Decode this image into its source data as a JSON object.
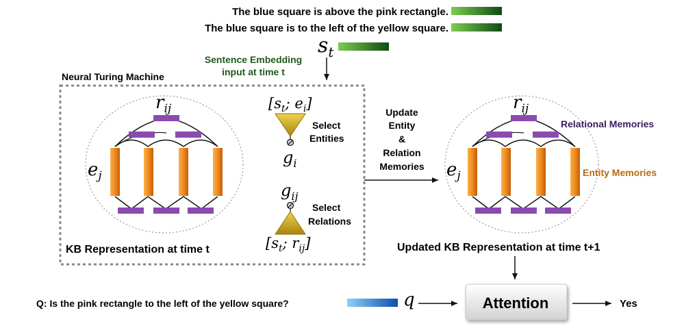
{
  "sentences": [
    "The blue square is above the pink rectangle.",
    "The blue square is to the left of the yellow square."
  ],
  "sentence_embedding": {
    "symbol_main": "s",
    "symbol_sub": "t",
    "caption_line1": "Sentence Embedding",
    "caption_line2": "input at time t"
  },
  "ntm": {
    "title": "Neural Turing Machine",
    "kb_caption": "KB Representation at time t",
    "rel_label_main": "r",
    "rel_label_sub": "ij",
    "ent_label_main": "e",
    "ent_label_sub": "j",
    "select_entities": {
      "input": "[s",
      "input_sub": "t",
      "input_mid": "; e",
      "input_sub2": "i",
      "input_end": "]",
      "line1": "Select",
      "line2": "Entities",
      "gate_main": "g",
      "gate_sub": "i"
    },
    "select_relations": {
      "gate_main": "g",
      "gate_sub": "ij",
      "line1": "Select",
      "line2": "Relations",
      "input": "[s",
      "input_sub": "t",
      "input_mid": "; r",
      "input_sub2": "ij",
      "input_end": "]"
    }
  },
  "update": {
    "lines": [
      "Update",
      "Entity",
      "&",
      "Relation",
      "Memories"
    ]
  },
  "updated_kb": {
    "caption": "Updated KB Representation at time t+1",
    "relational_memories": "Relational Memories",
    "entity_memories": "Entity Memories",
    "rel_label_main": "r",
    "rel_label_sub": "ij",
    "ent_label_main": "e",
    "ent_label_sub": "j"
  },
  "question": {
    "text": "Q: Is the pink rectangle to the left of the yellow square?",
    "symbol": "q"
  },
  "attention": {
    "label": "Attention"
  },
  "answer": "Yes",
  "colors": {
    "entity": "#f08a1e",
    "relation": "#8a4bb0",
    "embedding_green": "#2e8b2e",
    "question_blue": "#3a8fd8",
    "caption_green": "#1e5a1e",
    "relational_text": "#3a2060",
    "entity_text": "#b86a10",
    "selector": "#d4b22a"
  }
}
